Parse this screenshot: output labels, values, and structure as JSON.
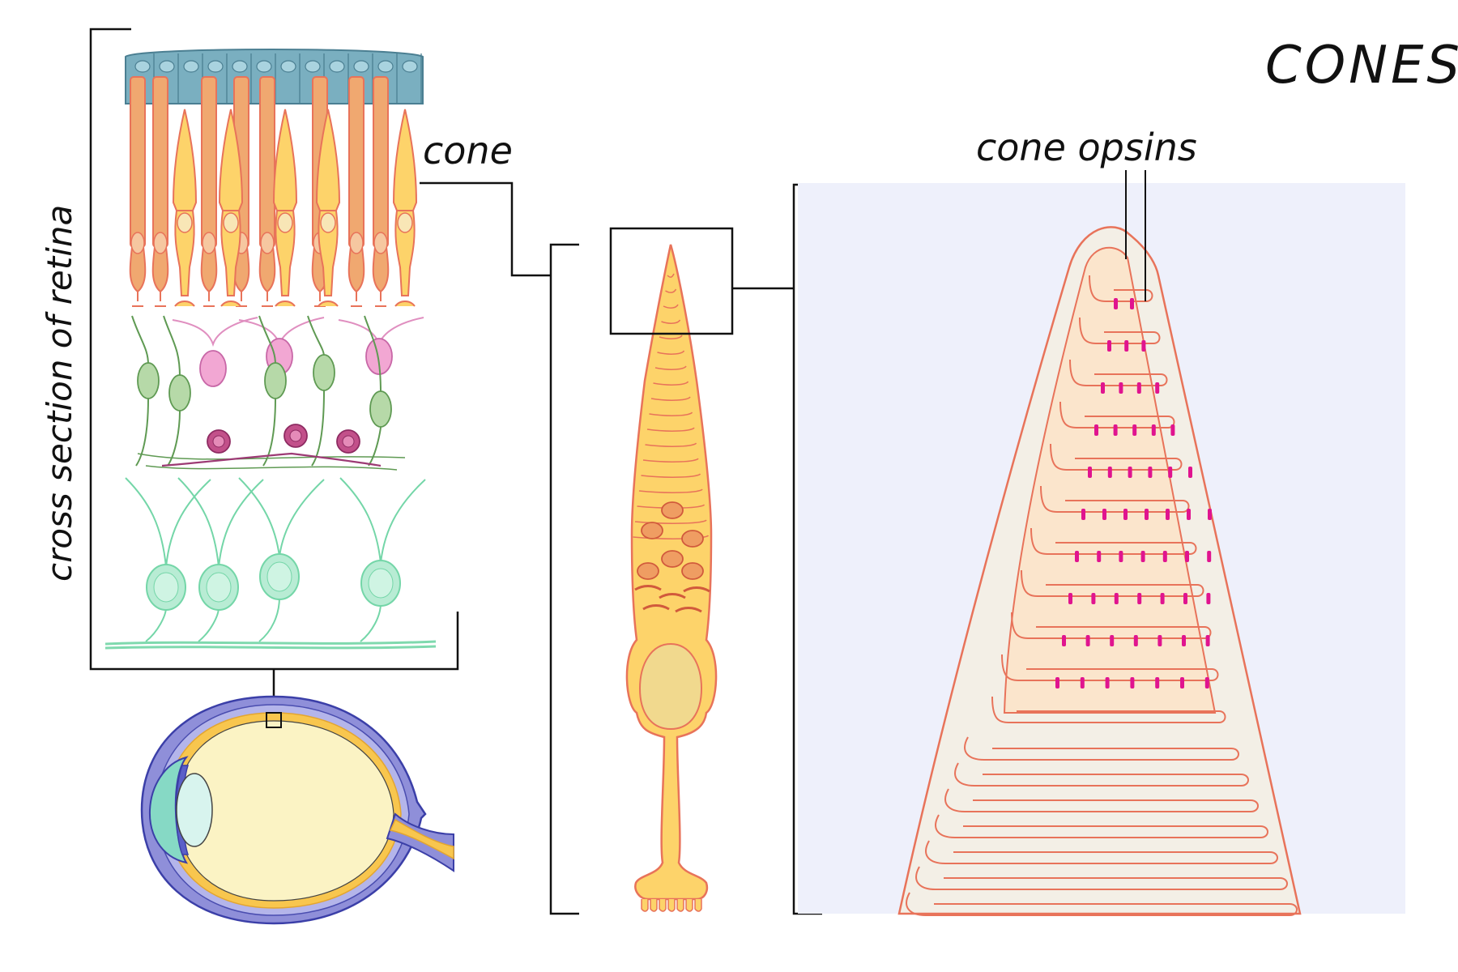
{
  "title": "CONES",
  "labels": {
    "cone": "cone",
    "cone_opsins": "cone opsins",
    "cross_section": "cross section of retina"
  },
  "colors": {
    "background": "#ffffff",
    "outline": "#e8735a",
    "rod_fill": "#f0a870",
    "cone_fill": "#fdd36a",
    "cone_body": "#fbe089",
    "rpe_fill": "#7aafc0",
    "bipolar_green": "#8fc282",
    "horizontal_pink": "#f2a7d3",
    "amacrine_magenta": "#c2508a",
    "ganglion_mint": "#b8ecd4",
    "zoom_panel_bg": "#eef0fb",
    "disc_fill": "#fbe5cc",
    "opsin_magenta": "#e0148f",
    "eye_sclera": "#8f8fd9",
    "eye_interior": "#fbf3c4",
    "eye_retina_yellow": "#f8c64e",
    "cornea_teal": "#86d9c5"
  },
  "icons": [
    "retina-cross-section-illustration",
    "eye-illustration",
    "cone-cell-illustration",
    "outer-segment-zoom-illustration"
  ]
}
